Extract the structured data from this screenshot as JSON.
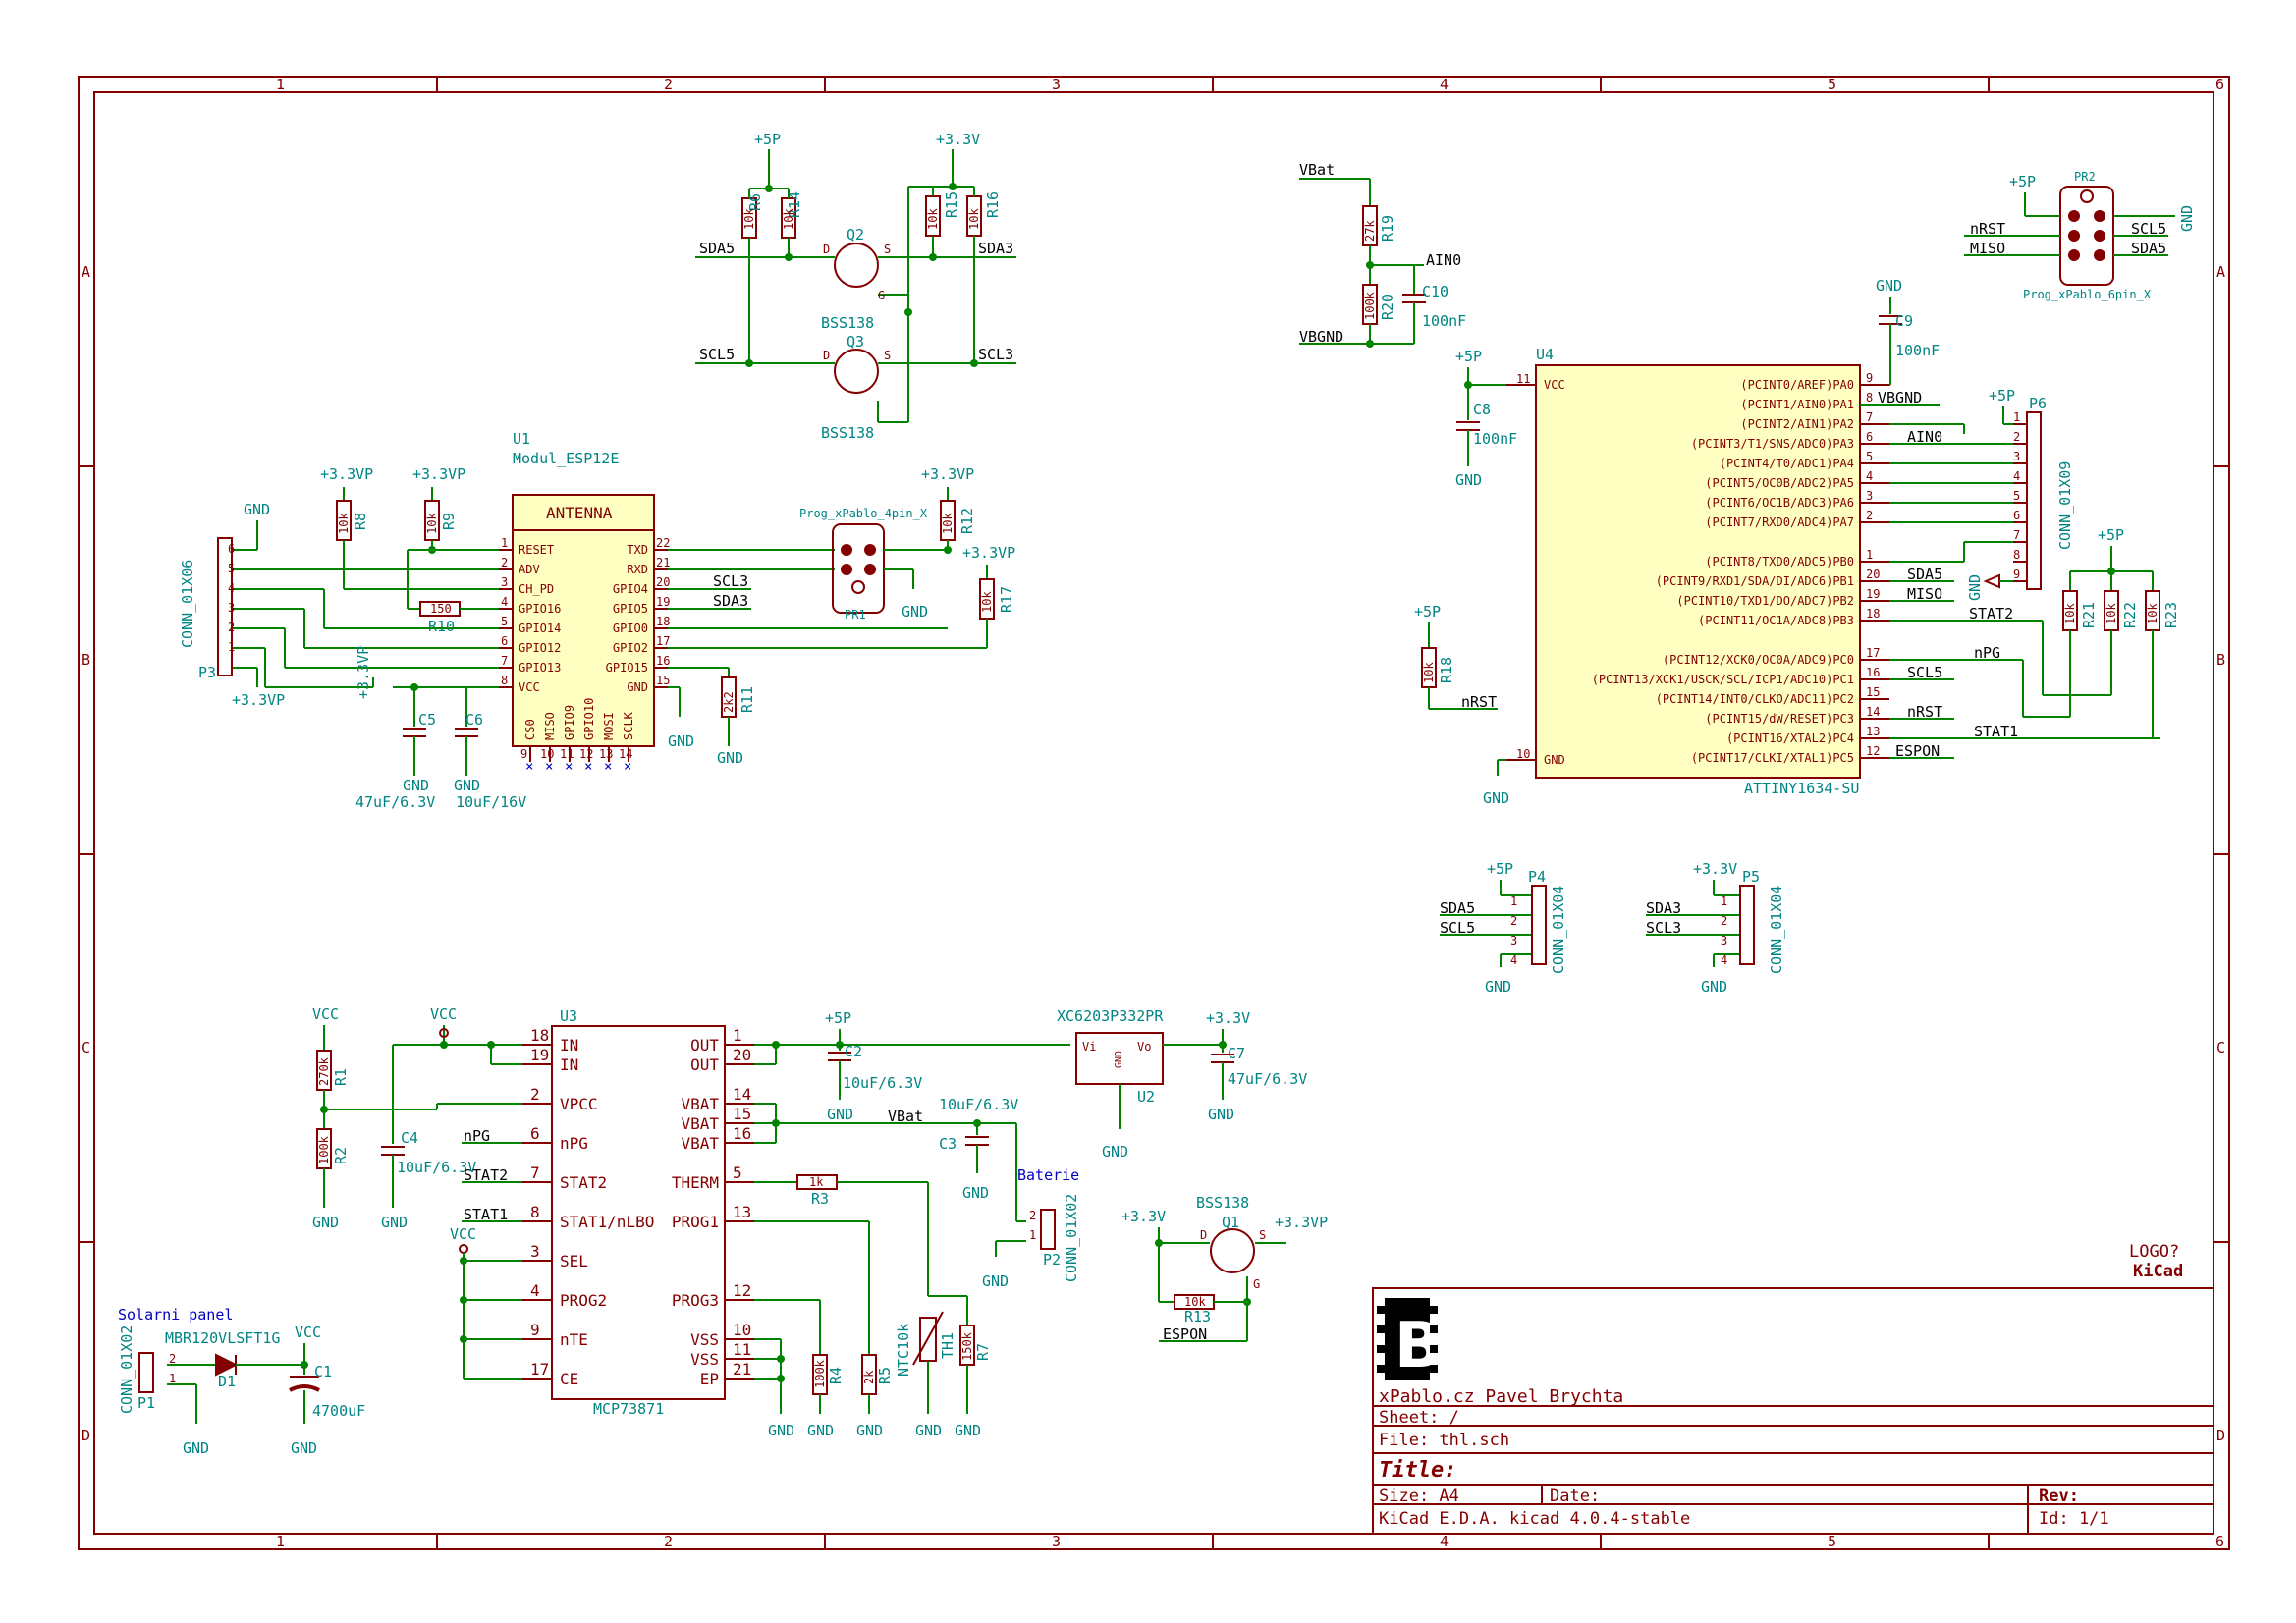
{
  "zones": {
    "columns": [
      "1",
      "2",
      "3",
      "4",
      "5",
      "6"
    ],
    "rows": [
      "A",
      "B",
      "C",
      "D"
    ]
  },
  "title_block": {
    "company": "xPablo.cz Pavel Brychta",
    "sheet": "Sheet: /",
    "file": "File: thl.sch",
    "title_label": "Title:",
    "size": "Size: A4",
    "date": "Date:",
    "rev": "Rev:",
    "tool": "KiCad E.D.A.  kicad 4.0.4-stable",
    "id": "Id: 1/1",
    "logo_note": "LOGO?",
    "logo_brand": "KiCad"
  },
  "components": {
    "u1": {
      "ref": "U1",
      "value": "Modul_ESP12E",
      "header": "ANTENNA",
      "left_pins": [
        {
          "n": "1",
          "t": "RESET"
        },
        {
          "n": "2",
          "t": "ADV"
        },
        {
          "n": "3",
          "t": "CH_PD"
        },
        {
          "n": "4",
          "t": "GPIO16"
        },
        {
          "n": "5",
          "t": "GPIO14"
        },
        {
          "n": "6",
          "t": "GPIO12"
        },
        {
          "n": "7",
          "t": "GPIO13"
        },
        {
          "n": "8",
          "t": "VCC"
        }
      ],
      "right_pins": [
        {
          "n": "22",
          "t": "TXD"
        },
        {
          "n": "21",
          "t": "RXD"
        },
        {
          "n": "20",
          "t": "GPIO4"
        },
        {
          "n": "19",
          "t": "GPIO5"
        },
        {
          "n": "18",
          "t": "GPIO0"
        },
        {
          "n": "17",
          "t": "GPIO2"
        },
        {
          "n": "16",
          "t": "GPIO15"
        },
        {
          "n": "15",
          "t": "GND"
        }
      ],
      "bottom_pins": [
        {
          "n": "9",
          "t": "CS0"
        },
        {
          "n": "10",
          "t": "MISO"
        },
        {
          "n": "11",
          "t": "GPIO9"
        },
        {
          "n": "12",
          "t": "GPIO10"
        },
        {
          "n": "13",
          "t": "MOSI"
        },
        {
          "n": "14",
          "t": "SCLK"
        }
      ]
    },
    "u3": {
      "ref": "U3",
      "value": "MCP73871",
      "left_pins": [
        {
          "n": "18",
          "t": "IN"
        },
        {
          "n": "19",
          "t": "IN"
        },
        {
          "n": "2",
          "t": "VPCC"
        },
        {
          "n": "6",
          "t": "nPG"
        },
        {
          "n": "7",
          "t": "STAT2"
        },
        {
          "n": "8",
          "t": "STAT1/nLBO"
        },
        {
          "n": "3",
          "t": "SEL"
        },
        {
          "n": "4",
          "t": "PROG2"
        },
        {
          "n": "9",
          "t": "nTE"
        },
        {
          "n": "17",
          "t": "CE"
        }
      ],
      "right_pins": [
        {
          "n": "1",
          "t": "OUT"
        },
        {
          "n": "20",
          "t": "OUT"
        },
        {
          "n": "14",
          "t": "VBAT"
        },
        {
          "n": "15",
          "t": "VBAT"
        },
        {
          "n": "16",
          "t": "VBAT"
        },
        {
          "n": "5",
          "t": "THERM"
        },
        {
          "n": "13",
          "t": "PROG1"
        },
        {
          "n": "12",
          "t": "PROG3"
        },
        {
          "n": "10",
          "t": "VSS"
        },
        {
          "n": "11",
          "t": "VSS"
        },
        {
          "n": "21",
          "t": "EP"
        }
      ]
    },
    "u4": {
      "ref": "U4",
      "value": "ATTINY1634-SU",
      "vcc": "VCC",
      "gnd": "GND",
      "pins": [
        {
          "n": "9",
          "t": "(PCINT0/AREF)PA0"
        },
        {
          "n": "8",
          "t": "(PCINT1/AIN0)PA1"
        },
        {
          "n": "7",
          "t": "(PCINT2/AIN1)PA2"
        },
        {
          "n": "6",
          "t": "(PCINT3/T1/SNS/ADC0)PA3"
        },
        {
          "n": "5",
          "t": "(PCINT4/T0/ADC1)PA4"
        },
        {
          "n": "4",
          "t": "(PCINT5/OC0B/ADC2)PA5"
        },
        {
          "n": "3",
          "t": "(PCINT6/OC1B/ADC3)PA6"
        },
        {
          "n": "2",
          "t": "(PCINT7/RXD0/ADC4)PA7"
        },
        {
          "n": "1",
          "t": "(PCINT8/TXD0/ADC5)PB0"
        },
        {
          "n": "20",
          "t": "(PCINT9/RXD1/SDA/DI/ADC6)PB1"
        },
        {
          "n": "19",
          "t": "(PCINT10/TXD1/DO/ADC7)PB2"
        },
        {
          "n": "18",
          "t": "(PCINT11/OC1A/ADC8)PB3"
        },
        {
          "n": "17",
          "t": "(PCINT12/XCK0/OC0A/ADC9)PC0"
        },
        {
          "n": "16",
          "t": "(PCINT13/XCK1/USCK/SCL/ICP1/ADC10)PC1"
        },
        {
          "n": "15",
          "t": "(PCINT14/INT0/CLKO/ADC11)PC2"
        },
        {
          "n": "14",
          "t": "(PCINT15/dW/RESET)PC3"
        },
        {
          "n": "13",
          "t": "(PCINT16/XTAL2)PC4"
        },
        {
          "n": "12",
          "t": "(PCINT17/CLKI/XTAL1)PC5"
        }
      ],
      "pin11": "11",
      "pin10": "10"
    },
    "u2": {
      "ref": "U2",
      "value": "XC6203P332PR",
      "vi": "Vi",
      "vo": "Vo",
      "gnd": "GND"
    },
    "q2": {
      "ref": "Q2",
      "value": "BSS138"
    },
    "q3": {
      "ref": "Q3",
      "value": "BSS138"
    },
    "q1": {
      "ref": "Q1",
      "value": "BSS138"
    },
    "p3": {
      "ref": "P3",
      "value": "CONN_01X06"
    },
    "p6": {
      "ref": "P6",
      "value": "CONN_01X09"
    },
    "p4": {
      "ref": "P4",
      "value": "CONN_01X04"
    },
    "p5": {
      "ref": "P5",
      "value": "CONN_01X04"
    },
    "p1": {
      "ref": "P1",
      "value": "CONN_01X02",
      "label": "Solarni panel"
    },
    "p2": {
      "ref": "P2",
      "value": "CONN_01X02",
      "label": "Baterie"
    },
    "pr1": {
      "ref": "PR1",
      "value": "Prog_xPablo_4pin_X"
    },
    "pr2": {
      "ref": "PR2",
      "value": "Prog_xPablo_6pin_X"
    },
    "d1": {
      "ref": "D1",
      "value": "MBR120VLSFT1G"
    },
    "th1": {
      "ref": "TH1",
      "value": "NTC10k"
    },
    "resistors": [
      {
        "ref": "R6",
        "value": "10k"
      },
      {
        "ref": "R14",
        "value": "10k"
      },
      {
        "ref": "R15",
        "value": "10k"
      },
      {
        "ref": "R16",
        "value": "10k"
      },
      {
        "ref": "R8",
        "value": "10k"
      },
      {
        "ref": "R9",
        "value": "10k"
      },
      {
        "ref": "R10",
        "value": "150"
      },
      {
        "ref": "R11",
        "value": "2k2"
      },
      {
        "ref": "R12",
        "value": "10k"
      },
      {
        "ref": "R17",
        "value": "10k"
      },
      {
        "ref": "R19",
        "value": "27k"
      },
      {
        "ref": "R20",
        "value": "100k"
      },
      {
        "ref": "R18",
        "value": "10k"
      },
      {
        "ref": "R21",
        "value": "10k"
      },
      {
        "ref": "R22",
        "value": "10k"
      },
      {
        "ref": "R23",
        "value": "10k"
      },
      {
        "ref": "R1",
        "value": "270k"
      },
      {
        "ref": "R2",
        "value": "100k"
      },
      {
        "ref": "R3",
        "value": "1k"
      },
      {
        "ref": "R4",
        "value": "100k"
      },
      {
        "ref": "R5",
        "value": "2k"
      },
      {
        "ref": "R7",
        "value": "150k"
      },
      {
        "ref": "R13",
        "value": "10k"
      }
    ],
    "capacitors": [
      {
        "ref": "C5",
        "value": "47uF/6.3V"
      },
      {
        "ref": "C6",
        "value": "10uF/16V"
      },
      {
        "ref": "C10",
        "value": "100nF"
      },
      {
        "ref": "C9",
        "value": "100nF"
      },
      {
        "ref": "C8",
        "value": "100nF"
      },
      {
        "ref": "C2",
        "value": "10uF/6.3V"
      },
      {
        "ref": "C7",
        "value": "47uF/6.3V"
      },
      {
        "ref": "C3",
        "value": "10uF/6.3V"
      },
      {
        "ref": "C4",
        "value": "10uF/6.3V"
      },
      {
        "ref": "C1",
        "value": "4700uF"
      }
    ]
  },
  "nets": {
    "sda5": "SDA5",
    "sda3": "SDA3",
    "scl5": "SCL5",
    "scl3": "SCL3",
    "vbat": "VBat",
    "vbgnd": "VBGND",
    "ain0": "AIN0",
    "miso": "MISO",
    "stat2": "STAT2",
    "npg": "nPG",
    "nrst": "nRST",
    "stat1": "STAT1",
    "espon": "ESPON"
  },
  "power": {
    "p5": "+5P",
    "p33": "+3.3V",
    "p33p": "+3.3VP",
    "gnd": "GND",
    "vcc": "VCC"
  }
}
